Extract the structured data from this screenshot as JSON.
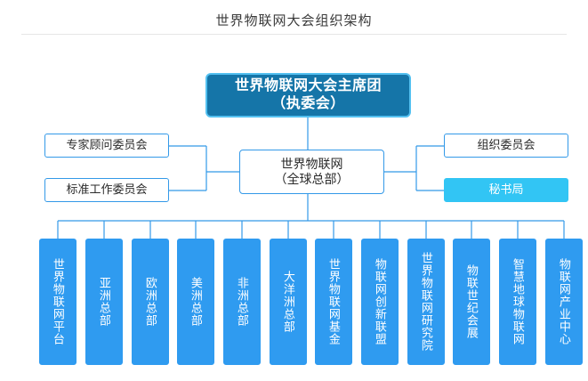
{
  "header": {
    "title": "世界物联网大会组织架构"
  },
  "colors": {
    "chair_bg": "#1575a8",
    "chair_border": "#53c0f0",
    "line": "#3399e8",
    "leaf_bg": "#2f9bf0",
    "secretariat_bg": "#32c5f4",
    "text_dark": "#2b2b2b"
  },
  "chart_data": {
    "type": "org-chart",
    "root": "世界物联网大会主席团（执委会）",
    "center": "世界物联网（全球总部）",
    "left_branches": [
      "专家顾问委员会",
      "标准工作委员会"
    ],
    "right_branches": [
      "组织委员会",
      "秘书局"
    ],
    "leaves": [
      "世界物联网平台",
      "亚洲总部",
      "欧洲总部",
      "美洲总部",
      "非洲总部",
      "大洋洲总部",
      "世界物联网基金",
      "物联网创新联盟",
      "世界物联网研究院",
      "物联世纪会展",
      "智慧地球物联网",
      "物联网产业中心"
    ]
  },
  "nodes": {
    "chairman_line1": "世界物联网大会主席团",
    "chairman_line2": "（执委会）",
    "hq_line1": "世界物联网",
    "hq_line2": "（全球总部）",
    "left_1": "专家顾问委员会",
    "left_2": "标准工作委员会",
    "right_1": "组织委员会",
    "right_2": "秘书局",
    "leaf_0": "世界物联网平台",
    "leaf_1": "亚洲总部",
    "leaf_2": "欧洲总部",
    "leaf_3": "美洲总部",
    "leaf_4": "非洲总部",
    "leaf_5": "大洋洲总部",
    "leaf_6": "世界物联网基金",
    "leaf_7": "物联网创新联盟",
    "leaf_8": "世界物联网研究院",
    "leaf_9": "物联世纪会展",
    "leaf_10": "智慧地球物联网",
    "leaf_11": "物联网产业中心"
  }
}
